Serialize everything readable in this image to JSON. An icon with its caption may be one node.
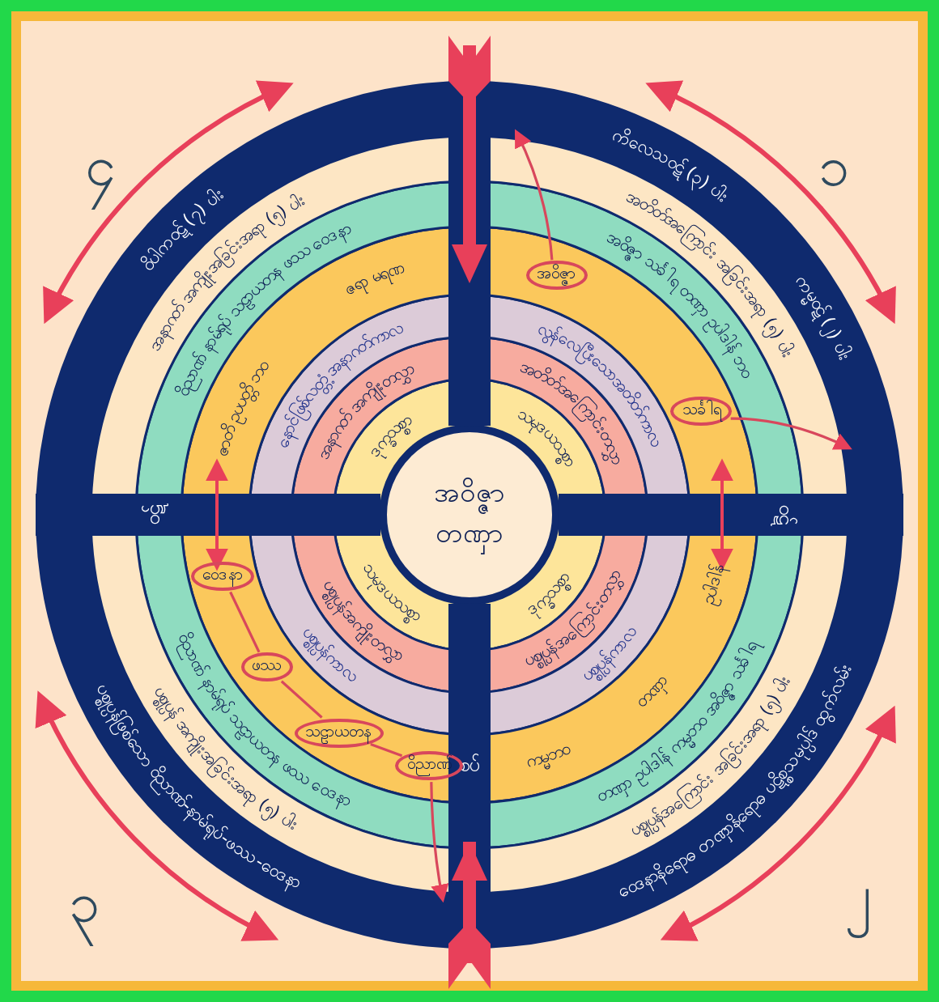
{
  "diagram": {
    "nodes": [
      {
        "text": [
          "အဝိဇ္ဇာ"
        ]
      },
      {
        "text": [
          "သင်္ခါရ"
        ]
      },
      {
        "text": [
          "အဝိဇ္ဇာ တဏှာ"
        ]
      },
      {
        "text": [
          "ဝေဒနာ"
        ]
      },
      {
        "text": [
          "ဖဿ"
        ]
      },
      {
        "text": [
          "သဠာယတန"
        ]
      },
      {
        "text": [
          "ဝိညာဏ်"
        ]
      }
    ],
    "edges": [
      {
        "from": 0,
        "to": null,
        "arrow": "to"
      },
      {
        "from": 1,
        "to": null,
        "arrow": "to"
      },
      {
        "from": 3,
        "to": 4,
        "arrow": "none"
      },
      {
        "from": 4,
        "to": 5,
        "arrow": "none"
      },
      {
        "from": 5,
        "to": 6,
        "arrow": "none"
      },
      {
        "from": 6,
        "to": null,
        "arrow": "to"
      }
    ],
    "labels": [
      "၄",
      "၁",
      "ဝိပါကဝဋ် (၇) ပါး",
      "ကိလေသဝဋ် (၃) ပါး",
      "ကမ္မဝဋ် (၂) ပါး",
      "အနာဂတ် အကျိုးအခြင်းအရာ (၅) ပါး",
      "ဝိညာဏ် နာမ်ရုပ် သဠာယတန ဖဿ ဝေဒနာ",
      "ဇရာ မရဏ",
      "ဇာတိ ဥပပတ္တိ ဘဝ",
      "နောင်ဖြစ်လတ္တံ့ အနာဂတ်ကာလ",
      "အနာဂတ် အကျိုးတလွှာ",
      "ဒုက္ခသစ္စာ",
      "အတိတ်အကြောင်း အခြင်းအရာ (၅) ပါး",
      "အဝိဇ္ဇာ သင်္ခါရ တဏှာ ဥပါဒါန် ဘဝ",
      "လွန်လေပြီးသောအတိတ်ကာလ",
      "အတိတ်အကြောင်းတလွှာ",
      "သမုဒယသစ္စာ",
      "ဝဋ်",
      "ဝဋ်",
      "သမုဒယသစ္စာ",
      "ပစ္စုပ္ပန်အကျိုးတလွှာ",
      "ပစ္စုပ္ပန်ကာလ",
      "ဝိညာဏ် နာမ်ရုပ် သဠာယတန ဖဿ ဝေဒနာ",
      "ပစ္စုပ္ပန် အကျိုးအခြင်းအရာ (၅) ပါး",
      "ဒုက္ခသစ္စာ",
      "ပစ္စုပ္ပန်အကြောင်းတလွှာ",
      "ပစ္စုပ္ပန်ကာလ",
      "ဥပါဒါန်",
      "တဏှာ",
      "ကမ္မဘဝ",
      "တဏှာ ဥပါဒါန် ကမ္မဘဝ အဝိဇ္ဇာ သင်္ခါရ",
      "ပစ္စုပ္ပန်အကြောင်း အခြင်းအရာ (၅) ပါး",
      "စပ်",
      "ပစ္စုပ္ပန်ဖြစ်သော ဝိညာဏ်-နာမ်ရုပ်-ဖဿ-ဝေဒနာ",
      "ဝေဒနာနိရောဓ တဏှာနိရောဓ ပဋိစ္စသမုပ္ပါဒ် ထွက်လမ်း",
      "၃",
      "၂"
    ]
  }
}
